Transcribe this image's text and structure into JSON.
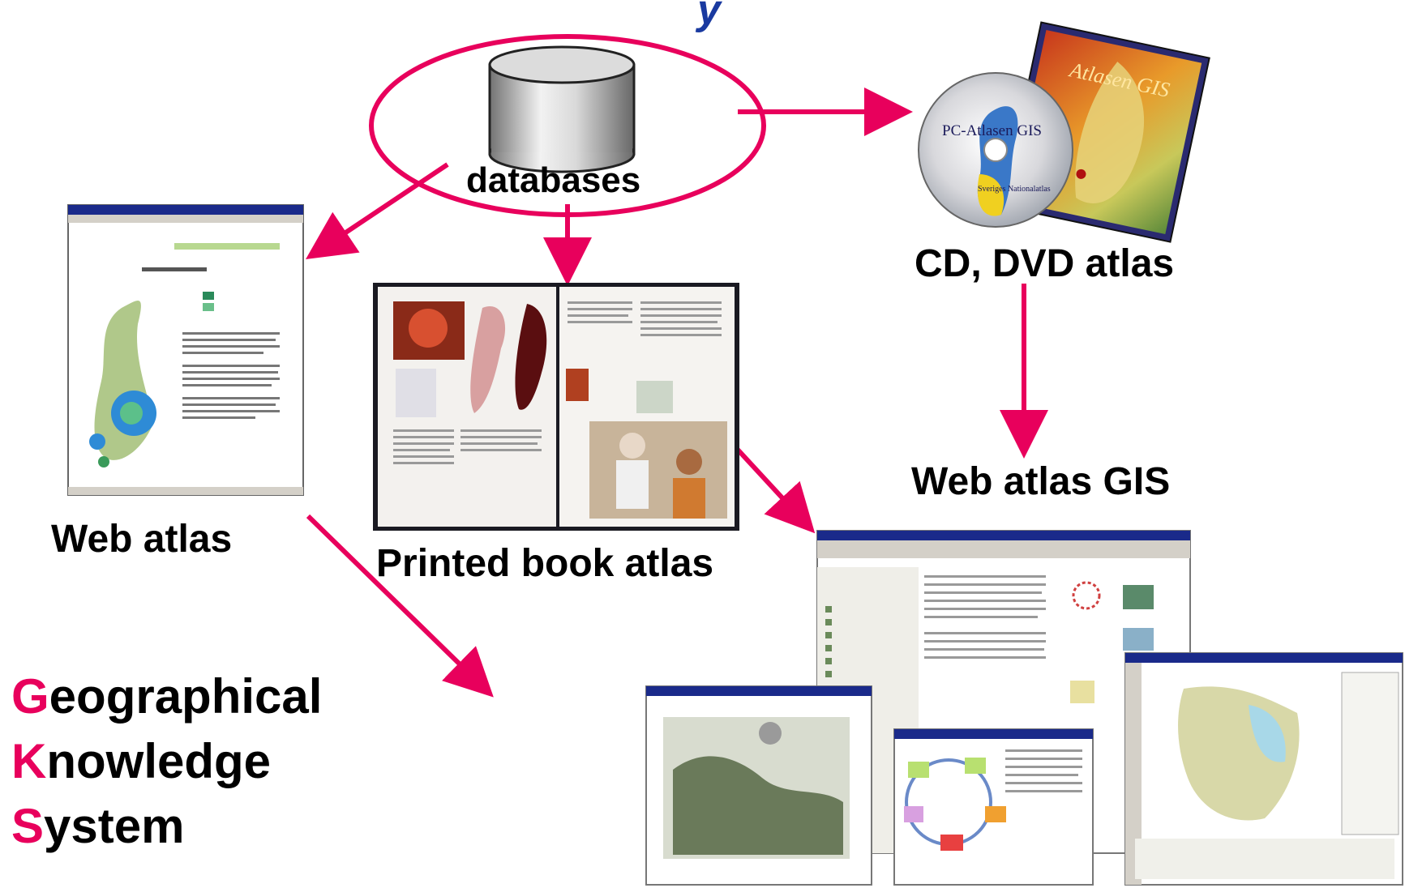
{
  "diagram": {
    "title_fragment": "y",
    "center_node": {
      "label": "databases"
    },
    "nodes": {
      "cd_dvd": {
        "label": "CD, DVD atlas",
        "cd_disc_text": "PC-Atlasen GIS",
        "cd_case_text": "Atlasen GIS",
        "cd_sub_text": "Sveriges Nationalatlas"
      },
      "web_atlas_gis": {
        "label": "Web atlas GIS"
      },
      "web_atlas": {
        "label": "Web atlas"
      },
      "printed_book": {
        "label": "Printed book atlas"
      }
    },
    "acronym": [
      {
        "initial": "G",
        "rest": "eographical"
      },
      {
        "initial": "K",
        "rest": "nowledge"
      },
      {
        "initial": "S",
        "rest": "ystem"
      }
    ]
  },
  "colors": {
    "accent": "#e8005c",
    "text": "#000000",
    "title": "#1a3aa0"
  }
}
